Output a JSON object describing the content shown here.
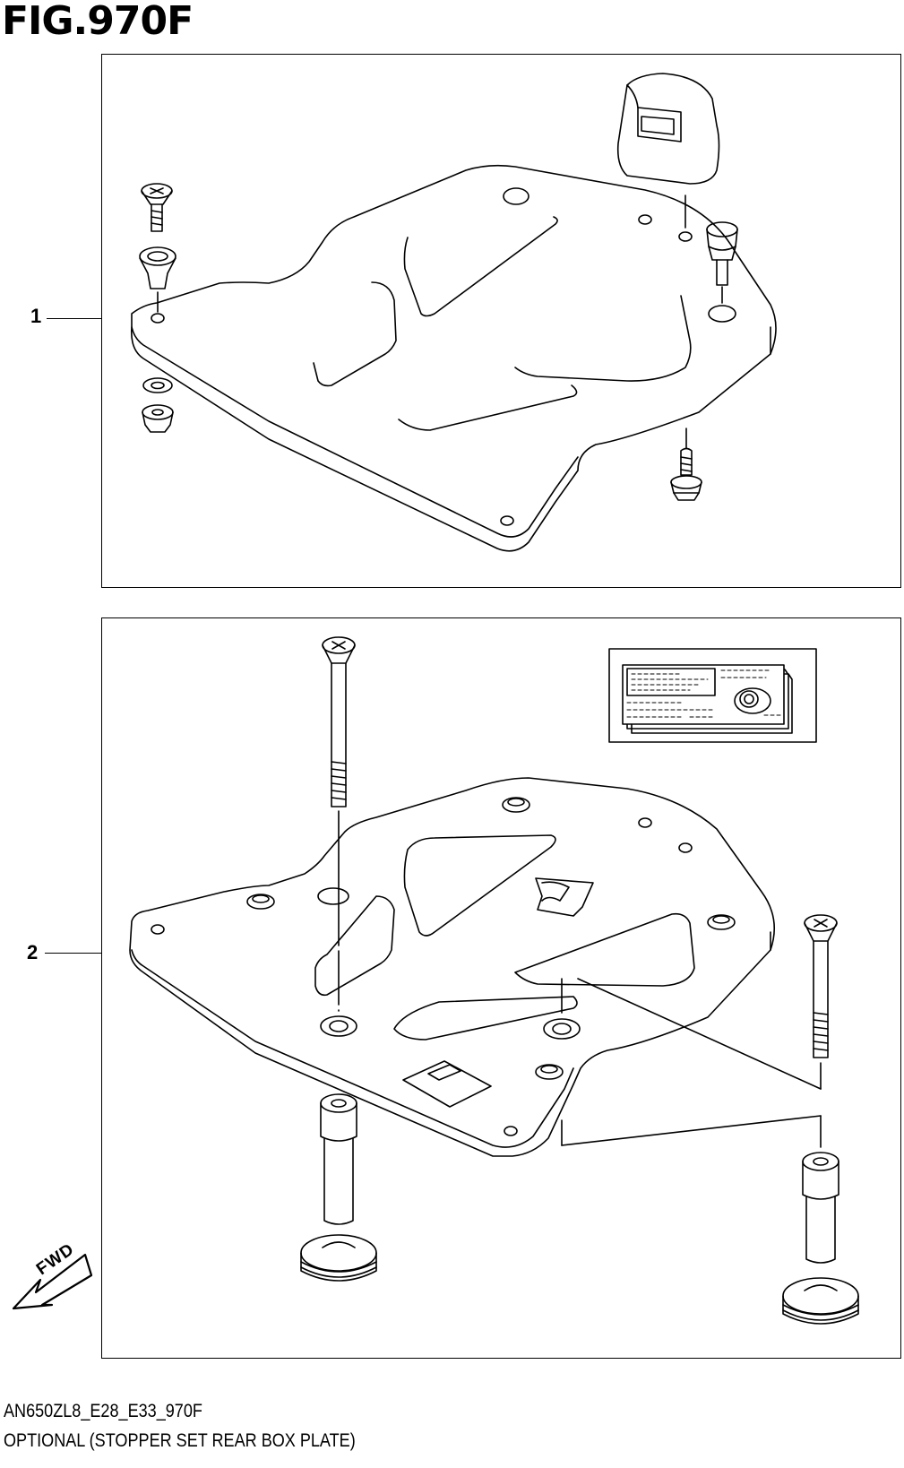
{
  "figure": {
    "title": "FIG.970F"
  },
  "callouts": [
    {
      "label": "1"
    },
    {
      "label": "2"
    }
  ],
  "direction_indicator": {
    "label": "FWD"
  },
  "footer": {
    "model_code": "AN650ZL8_E28_E33_970F",
    "caption": "OPTIONAL (STOPPER SET REAR BOX PLATE)"
  },
  "colors": {
    "line": "#000000",
    "background": "#ffffff"
  }
}
